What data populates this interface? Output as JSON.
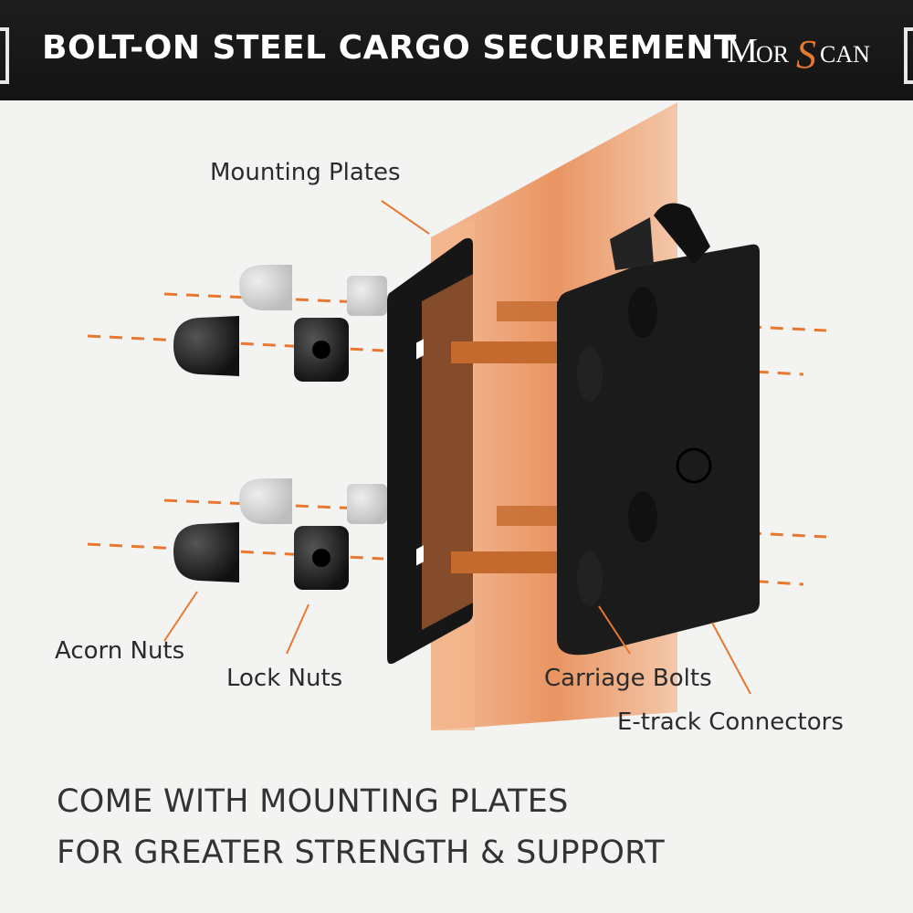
{
  "banner": {
    "title": "BOLT-ON STEEL CARGO SECUREMENT",
    "brand": "MORSCAN"
  },
  "labels": {
    "mounting_plates": "Mounting Plates",
    "acorn_nuts": "Acorn Nuts",
    "lock_nuts": "Lock Nuts",
    "carriage_bolts": "Carriage Bolts",
    "etrack_connectors": "E-track Connectors"
  },
  "tagline": {
    "line1": "COME WITH MOUNTING PLATES",
    "line2": "FOR GREATER STRENGTH & SUPPORT"
  },
  "colors": {
    "accent_orange": "#e8782f",
    "banner_bg": "#1a1a1a",
    "hardware_black": "#1c1c1c"
  }
}
